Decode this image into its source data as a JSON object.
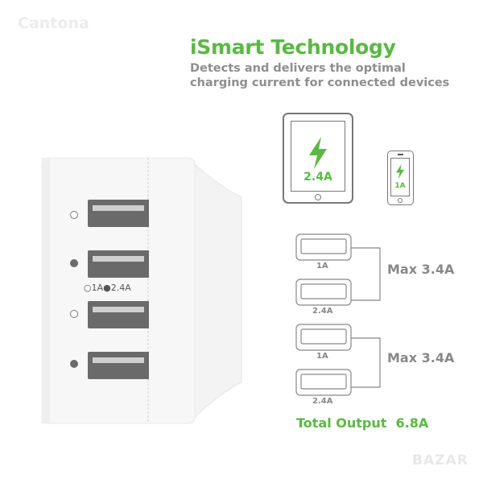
{
  "watermark": "Cantona",
  "title": "iSmart Technology",
  "subtitle": "Detects and delivers the optimal charging current for connected devices",
  "tablet": {
    "current": "2.4A",
    "icon": "lightning-bolt-icon"
  },
  "phone": {
    "current": "1A",
    "icon": "lightning-bolt-icon"
  },
  "charger": {
    "legend_1a": "1A",
    "legend_24a": "2.4A"
  },
  "ports": [
    {
      "label": "1A"
    },
    {
      "label": "2.4A"
    },
    {
      "label": "1A"
    },
    {
      "label": "2.4A"
    }
  ],
  "groups": [
    {
      "label": "Max 3.4A"
    },
    {
      "label": "Max 3.4A"
    }
  ],
  "total": "Total Output  6.8A",
  "corner_watermark": "BAZAR",
  "colors": {
    "accent": "#5bb844",
    "text_gray": "#8e8e8e"
  }
}
